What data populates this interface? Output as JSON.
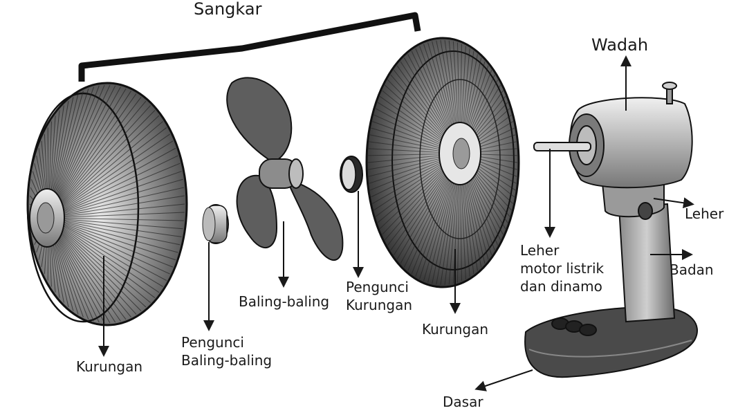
{
  "labels": {
    "sangkar": "Sangkar",
    "wadah": "Wadah",
    "leher_right": "Leher",
    "leher_motor": "Leher\nmotor listrik\ndan dinamo",
    "badan": "Badan",
    "baling_baling": "Baling-baling",
    "pengunci_kurungan": "Pengunci\nKurungan",
    "pengunci_baling": "Pengunci\nBaling-baling",
    "kurungan_left": "Kurungan",
    "kurungan_right": "Kurungan",
    "dasar": "Dasar"
  },
  "colors": {
    "ink": "#1a1a1a",
    "dark": "#2a2a2a",
    "mid": "#6a6a6a",
    "light": "#d9d9d9"
  }
}
